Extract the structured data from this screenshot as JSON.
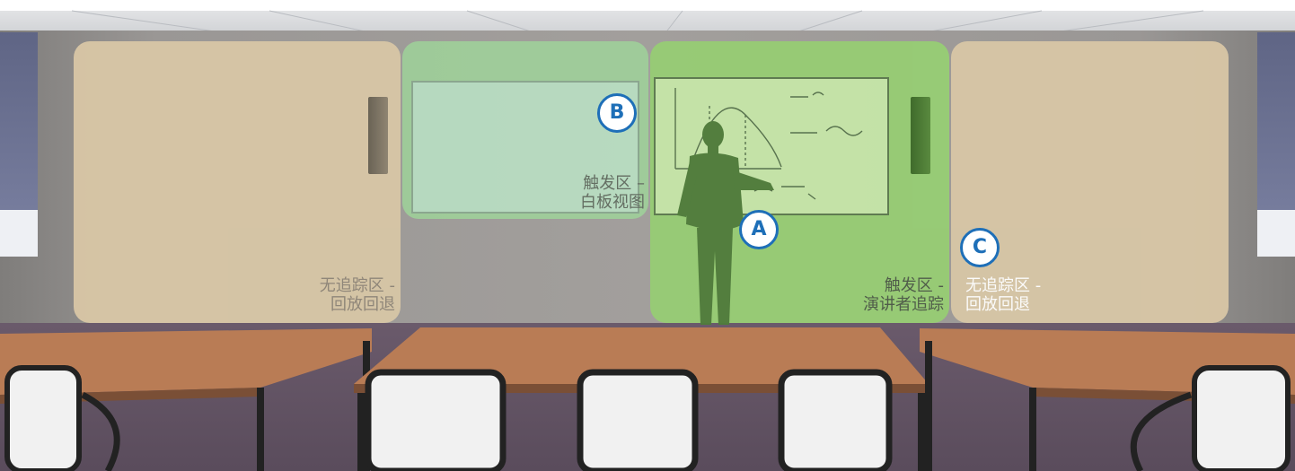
{
  "zones": [
    {
      "id": "no-track-left",
      "label": "无追踪区 -\n回放回退",
      "fill": "#d7c6a6",
      "color": "#8f8678"
    },
    {
      "id": "whiteboard-trigger",
      "label": "触发区 –\n白板视图",
      "fill": "#a7d6a1",
      "color": "#5f6a5e"
    },
    {
      "id": "presenter-trigger",
      "label": "触发区 -\n演讲者追踪",
      "fill": "#97cd74",
      "color": "#4c5a46"
    },
    {
      "id": "no-track-right",
      "label": "无追踪区 -\n回放回退",
      "fill": "#d7c6a6",
      "color": "#ffffff"
    }
  ],
  "markers": [
    {
      "letter": "A",
      "zone": "presenter-trigger"
    },
    {
      "letter": "B",
      "zone": "whiteboard-trigger"
    },
    {
      "letter": "C",
      "zone": "no-track-right"
    }
  ],
  "colors": {
    "marker_ring": "#1e6fb8",
    "marker_fill": "#ffffff",
    "presenter_silhouette": "#4f7d3a",
    "table_top": "#b97c55"
  }
}
